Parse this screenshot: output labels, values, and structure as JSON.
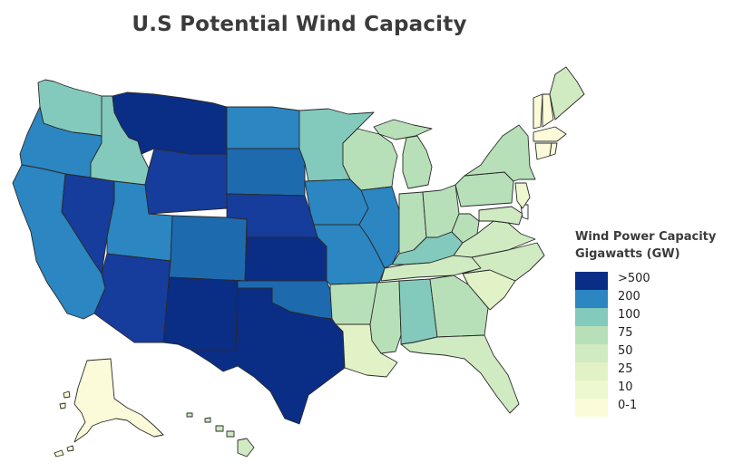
{
  "title": "U.S Potential Wind Capacity",
  "legend": {
    "title_line1": "Wind Power Capacity",
    "title_line2": "Gigawatts (GW)",
    "classes": [
      {
        "label": ">500",
        "color": "#0a2d86"
      },
      {
        "label": "200",
        "color": "#2b86c1"
      },
      {
        "label": "100",
        "color": "#83c9bc"
      },
      {
        "label": "75",
        "color": "#b8e0b8"
      },
      {
        "label": "50",
        "color": "#d0eac2"
      },
      {
        "label": "25",
        "color": "#e1f2c7"
      },
      {
        "label": "10",
        "color": "#edf7d0"
      },
      {
        "label": "0-1",
        "color": "#fbfbd9"
      }
    ]
  },
  "colors": {
    "border": "#2a2a2a",
    "title": "#3b3b3b"
  }
}
